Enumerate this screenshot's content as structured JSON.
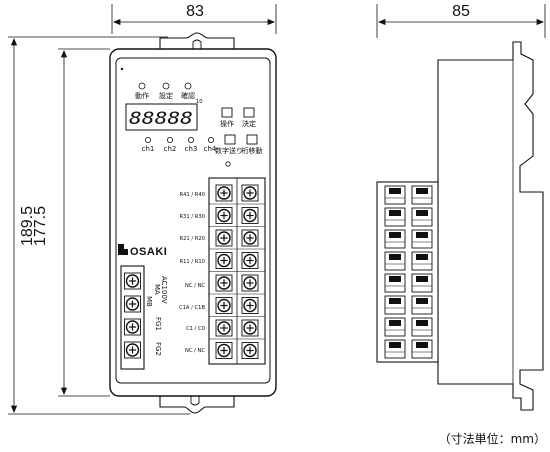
{
  "dimensions": {
    "width_front": "83",
    "width_side": "85",
    "height_total": "189.5",
    "height_body": "177.5"
  },
  "panel": {
    "led_labels": [
      "動作",
      "設定",
      "確認"
    ],
    "display_digits": "88888",
    "display_exponent": "10",
    "buttons_top": [
      "操作",
      "決定"
    ],
    "channel_labels": [
      "ch1",
      "ch2",
      "ch3",
      "ch4"
    ],
    "buttons_bottom": [
      "数字送り",
      "桁移動"
    ],
    "brand": "OSAKI"
  },
  "terminals_right": [
    "R41 / R40",
    "R31 / R30",
    "R21 / R20",
    "R11 / R10",
    "NC / NC",
    "C1A / C1B",
    "C1 / C0",
    "NC / NC"
  ],
  "terminals_left": [
    "MA",
    "MB",
    "AC100V",
    "FG1",
    "FG2"
  ],
  "unit_note": "（寸法単位：mm）"
}
